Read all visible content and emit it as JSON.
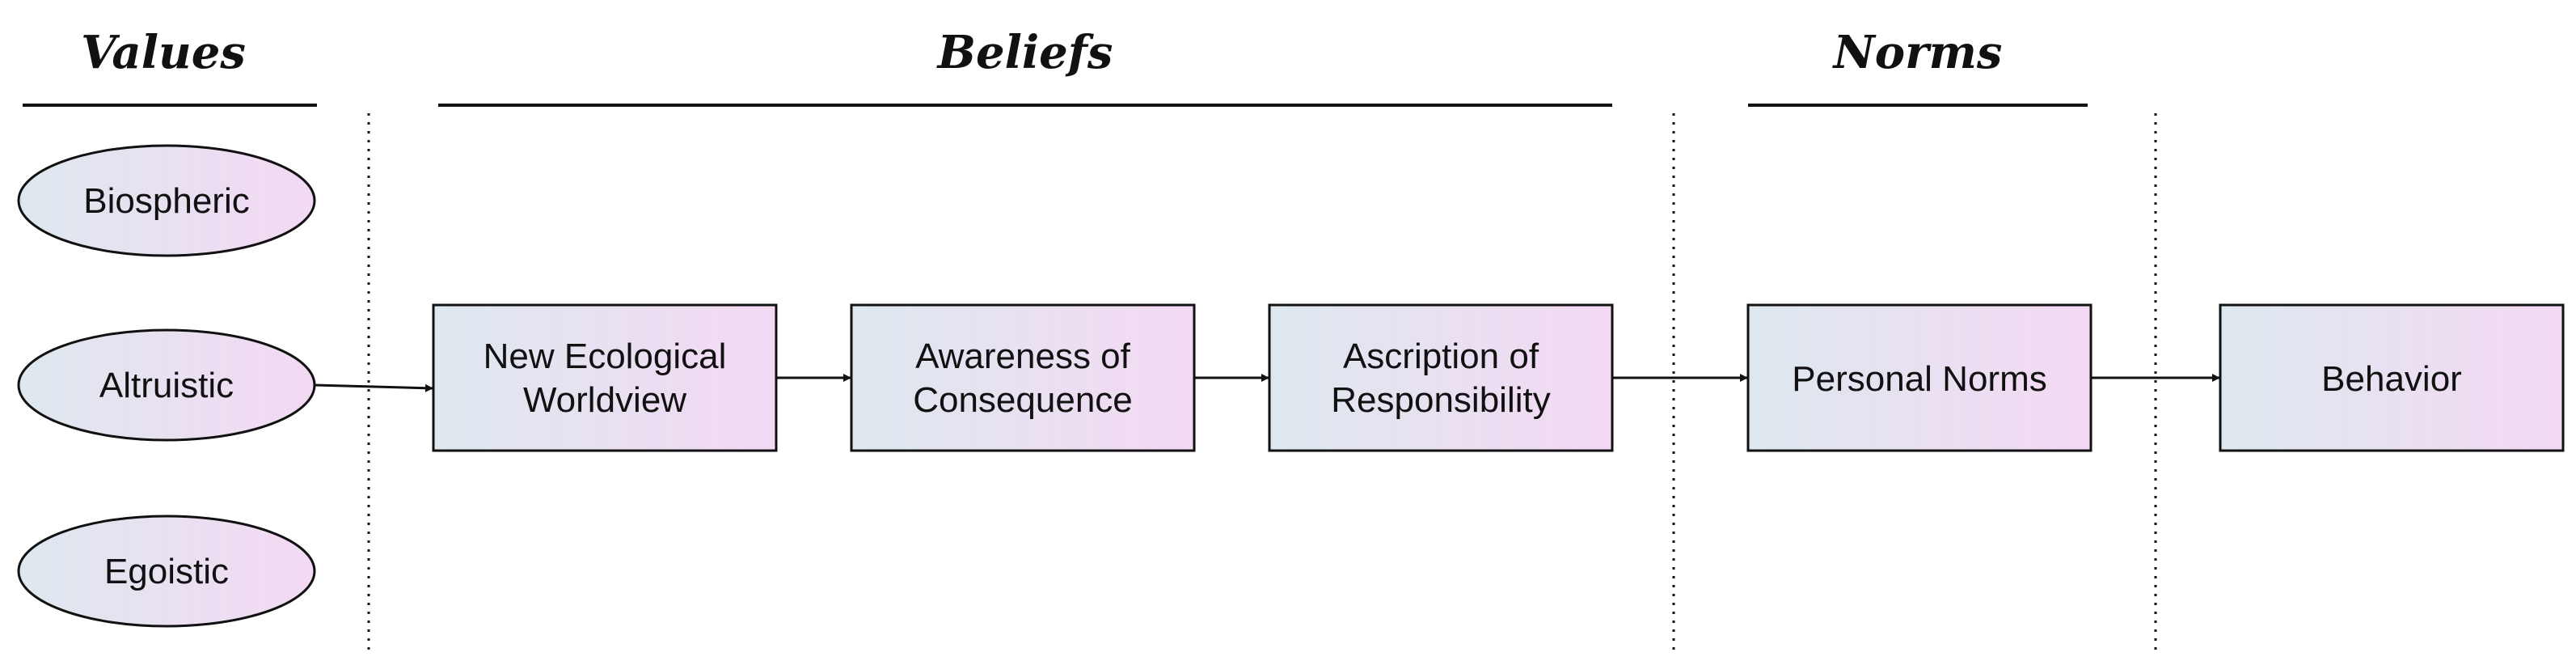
{
  "headers": {
    "values": "Values",
    "beliefs": "Beliefs",
    "norms": "Norms"
  },
  "values": [
    {
      "label": "Biospheric"
    },
    {
      "label": "Altruistic"
    },
    {
      "label": "Egoistic"
    }
  ],
  "boxes": [
    {
      "lines": [
        "New Ecological",
        "Worldview"
      ]
    },
    {
      "lines": [
        "Awareness of",
        "Consequence"
      ]
    },
    {
      "lines": [
        "Ascription of",
        "Responsibility"
      ]
    },
    {
      "lines": [
        "Personal Norms"
      ]
    },
    {
      "lines": [
        "Behavior"
      ]
    }
  ],
  "colors": {
    "fill_start": "#dde8ee",
    "fill_end": "#f4d9f4",
    "stroke": "#111111"
  }
}
